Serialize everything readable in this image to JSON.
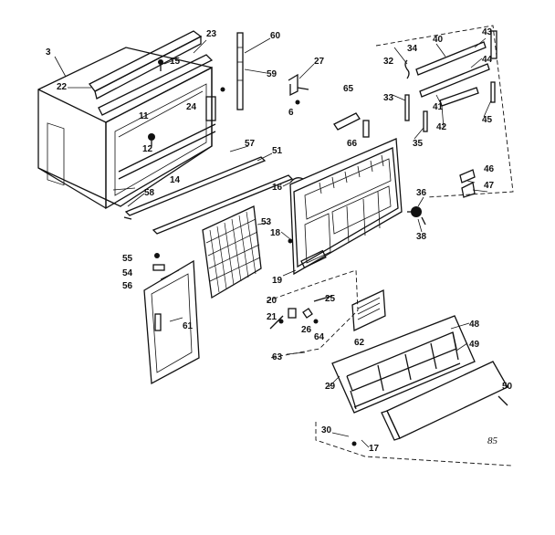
{
  "part_labels": [
    "3",
    "22",
    "23",
    "15",
    "60",
    "27",
    "59",
    "24",
    "11",
    "12",
    "14",
    "57",
    "51",
    "58",
    "65",
    "6",
    "66",
    "16",
    "18",
    "19",
    "53",
    "55",
    "54",
    "56",
    "61",
    "20",
    "21",
    "25",
    "26",
    "64",
    "62",
    "63",
    "34",
    "40",
    "43",
    "32",
    "44",
    "33",
    "41",
    "45",
    "42",
    "35",
    "46",
    "47",
    "36",
    "38",
    "48",
    "49",
    "29",
    "30",
    "17",
    "50"
  ],
  "note": "85"
}
